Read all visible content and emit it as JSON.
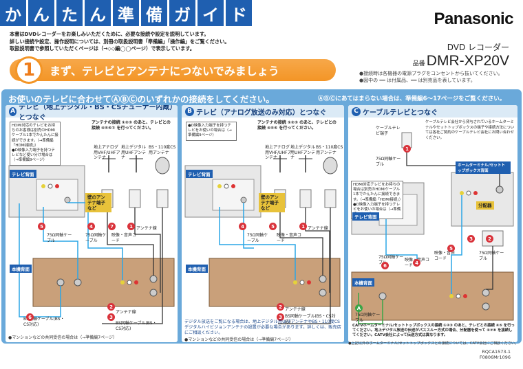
{
  "header": {
    "title_chars": [
      "か",
      "ん",
      "た",
      "ん",
      "準",
      "備",
      "ガ",
      "イ",
      "ド"
    ],
    "brand": "Panasonic",
    "intro_lines": [
      "本書はDVDレコーダーをお楽しみいただくために、必要な接続や設定を説明しています。",
      "詳しい接続や設定、操作説明については、別冊の取扱説明書「準備編」「操作編」をご覧ください。",
      "取扱説明書で参照していただくページは（→◇◇編◯◯ページ）で表示しています。"
    ],
    "model_category": "DVD レコーダー",
    "model_prefix": "品番",
    "model_number": "DMR-XP20V"
  },
  "step": {
    "number": "1",
    "text": "まず、テレビとアンテナにつないでみましょう"
  },
  "notes": [
    "●接続時は各機器の電源プラグをコンセントから抜いてください。",
    "●図中の ━━ は付属品、━━ は別売品を表しています。"
  ],
  "panel": {
    "heading": "お使いのテレビに合わせてⒶⒷⒸのいずれかの接続をしてください。",
    "subheading": "ⒶⒷⒸにあてはまらない場合は、準備編6〜17ページをご覧ください。",
    "columns": [
      {
        "letter": "A",
        "title": "テレビ（地上デジタル・BS・CSチューナー内蔵）とつなぐ",
        "callout": "HDMI対応のテレビをお持ちのお客様は別売のHDMIケーブル1本でかんたんに接続ができます。（→準備編「HDMI接続」）",
        "callout2": "●D映像入力端子を持つテレビなど使い分け場合は（→準備編9ページ）",
        "note": "アンテナの接続 ①②③ のあと、テレビとの接続 ④⑤⑥⑦ を行ってください。",
        "tv_tag": "テレビ背面",
        "unit_tag": "本機背面",
        "wall_tag": "壁のアンテナ端子など",
        "antennas": [
          "地上アナログ用VHF/UHFアンテナ",
          "地上デジタル用UHFアンテナ",
          "BS・110度CS用アンテナ"
        ],
        "labels": [
          "75Ω同軸ケーブル",
          "75Ω同軸ケーブル",
          "映像・音声コード",
          "アンテナ線",
          "アンテナ線",
          "BS同軸ケーブル(BS・CS対応)",
          "BS同軸ケーブル(BS・CS対応)"
        ],
        "bottom_note": "●マンションなどの共同受信の場合は（→準備編7ページ）"
      },
      {
        "letter": "B",
        "title": "テレビ（アナログ放送のみ対応）とつなぐ",
        "callout": "●D映像入力端子を持つテレビをお使いの場合は（→準備編9ページ）",
        "note": "アンテナの接続 ①②③ のあと、テレビとの接続 ④⑤⑥ を行ってください。",
        "tv_tag": "テレビ背面",
        "unit_tag": "本機背面",
        "wall_tag": "壁のアンテナ端子など",
        "antennas": [
          "地上アナログ用VHF/UHFアンテナ",
          "地上デジタル用UHFアンテナ",
          "BS・110度CS用アンテナ"
        ],
        "labels": [
          "75Ω同軸ケーブル",
          "映像・音声コード",
          "アンテナ線",
          "アンテナ線",
          "BS同軸ケーブル(BS・CS対応)"
        ],
        "digital_note": "デジタル放送をご覧になる場合は、地上デジタル用UHFアンテナやBS・110度CSデジタルハイビジョンアンテナの設置が必要な場合があります。詳しくは、販売店にご相談ください。",
        "bottom_note": "●マンションなどの共同受信の場合は（→準備編7ページ）"
      },
      {
        "letter": "C",
        "title": "ケーブルテレビとつなぐ",
        "callout": "HDMI対応テレビをお持ちの場合は別売のHDMIケーブル1本でかんたんに接続できます。（→準備編「HDMI接続」）",
        "callout2": "●D映像入力端子を持つテレビをお使いの場合は（→準備編9ページ）",
        "stb_note": "ケーブルテレビ会社から貸与されているホームターミナルやセットトップボックスの端子や接続方法については各社ご契約のケーブルテレビ会社にお問い合わせください。",
        "tv_tag": "テレビ背面",
        "unit_tag": "本機背面",
        "stb_tag": "ホームターミナル/セットトップボックス背面",
        "splitter_tag": "分配器",
        "labels": [
          "ケーブルテレビ端子",
          "75Ω同軸ケーブル",
          "映像・音声コード",
          "75Ω同軸ケーブル",
          "映像・音声コード",
          "75Ω同軸ケーブル",
          "75Ω同軸ケーブル"
        ],
        "catv_note": "CATVホームターミナル/セットトップボックスの接続 ①②③ のあと、テレビとの接続 ④⑤ を行ってください。地上デジタル放送の伝送がパススルー方式の場合、分配器を使って ⑥⑦⑧ を接続してください。CATV会社によって伝送方式は異なります。",
        "bottom_note": "●上記以外のホームターミナル/セットトップボックスとの接続については、CATV会社にご相談ください。"
      }
    ]
  },
  "footer": {
    "code1": "RQCA1573-1",
    "code2": "F0806Mr1096"
  }
}
